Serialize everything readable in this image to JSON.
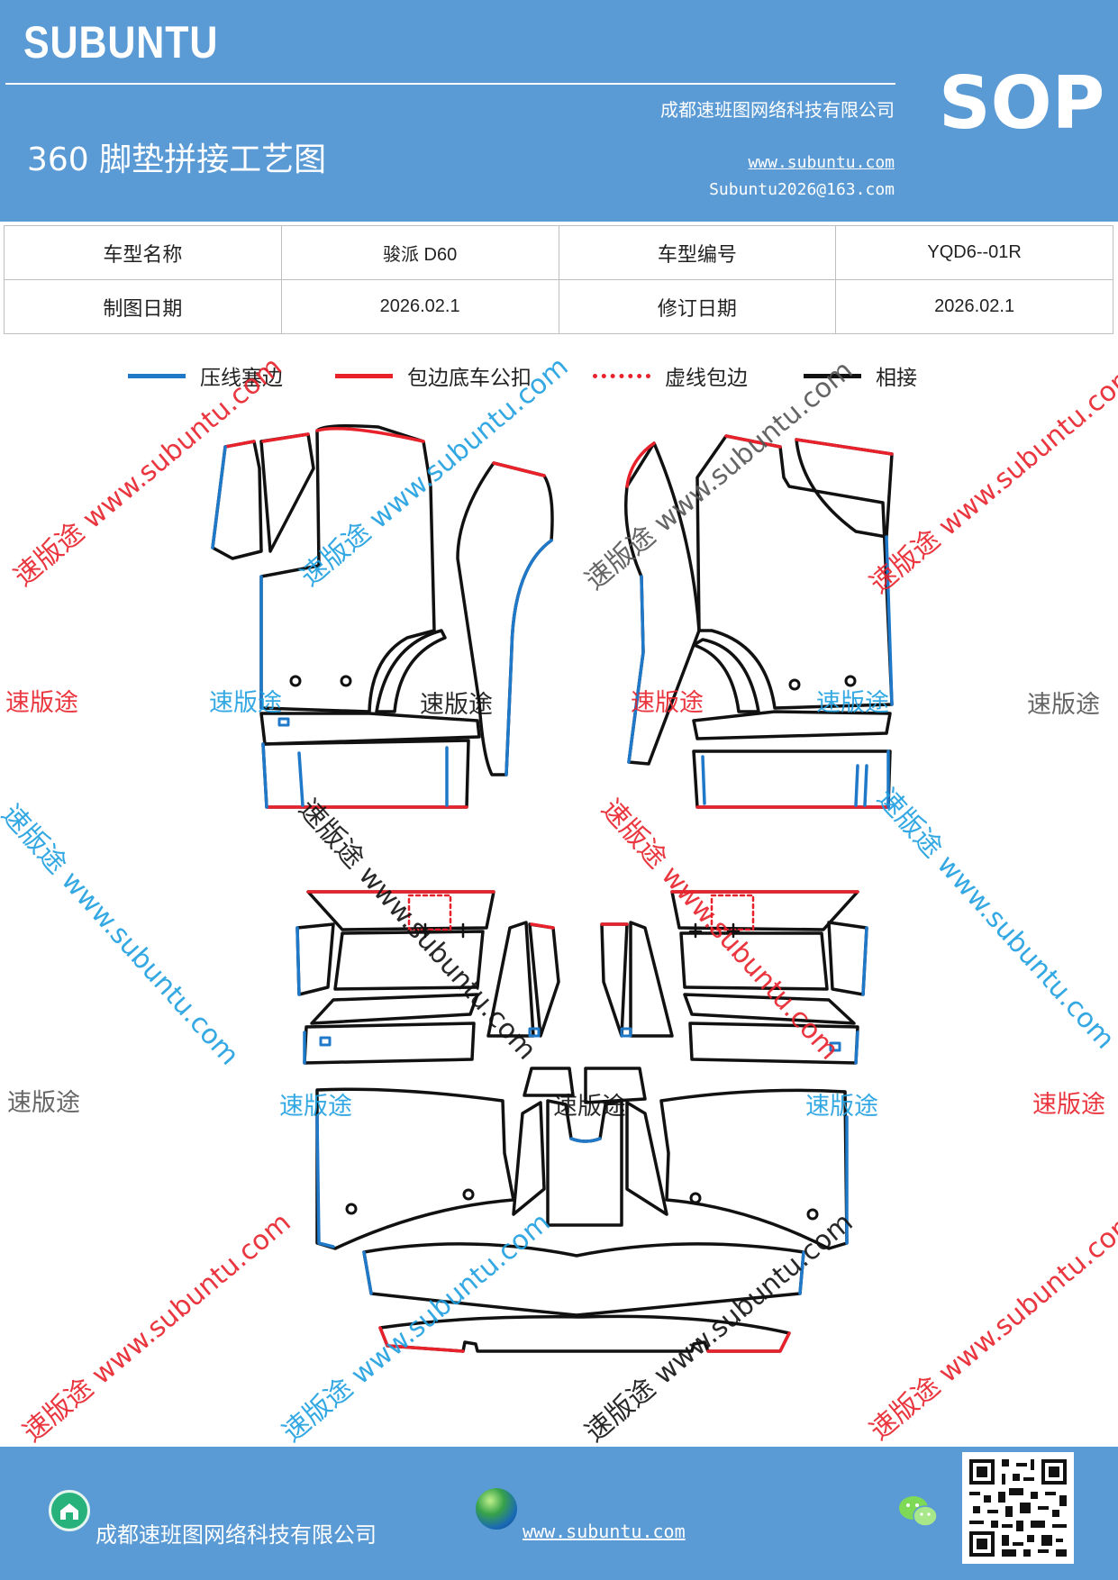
{
  "header": {
    "brand": "SUBUNTU",
    "title": "360 脚垫拼接工艺图",
    "company": "成都速班图网络科技有限公司",
    "website": "www.subuntu.com",
    "email": "Subuntu2026@163.com",
    "badge": "SOP"
  },
  "info_table": {
    "rows": [
      {
        "label1": "车型名称",
        "value1": "骏派 D60",
        "label2": "车型编号",
        "value2": "YQD6--01R"
      },
      {
        "label1": "制图日期",
        "value1": "2026.02.1",
        "label2": "修订日期",
        "value2": "2026.02.1"
      }
    ]
  },
  "legend": [
    {
      "label": "压线塞边",
      "color": "#1f78c8",
      "style": "solid"
    },
    {
      "label": "包边底车公扣",
      "color": "#e8212b",
      "style": "solid"
    },
    {
      "label": "虚线包边",
      "color": "#e8212b",
      "style": "dotted"
    },
    {
      "label": "相接",
      "color": "#111111",
      "style": "solid"
    }
  ],
  "watermarks": {
    "brand": "速版途",
    "diagonal": "速版途 www.subuntu.com"
  },
  "footer": {
    "company": "成都速班图网络科技有限公司",
    "website": "www.subuntu.com"
  },
  "colors": {
    "header_bg": "#5b9bd5",
    "edge_blue": "#1f78c8",
    "edge_red": "#e8212b",
    "edge_black": "#111111"
  }
}
